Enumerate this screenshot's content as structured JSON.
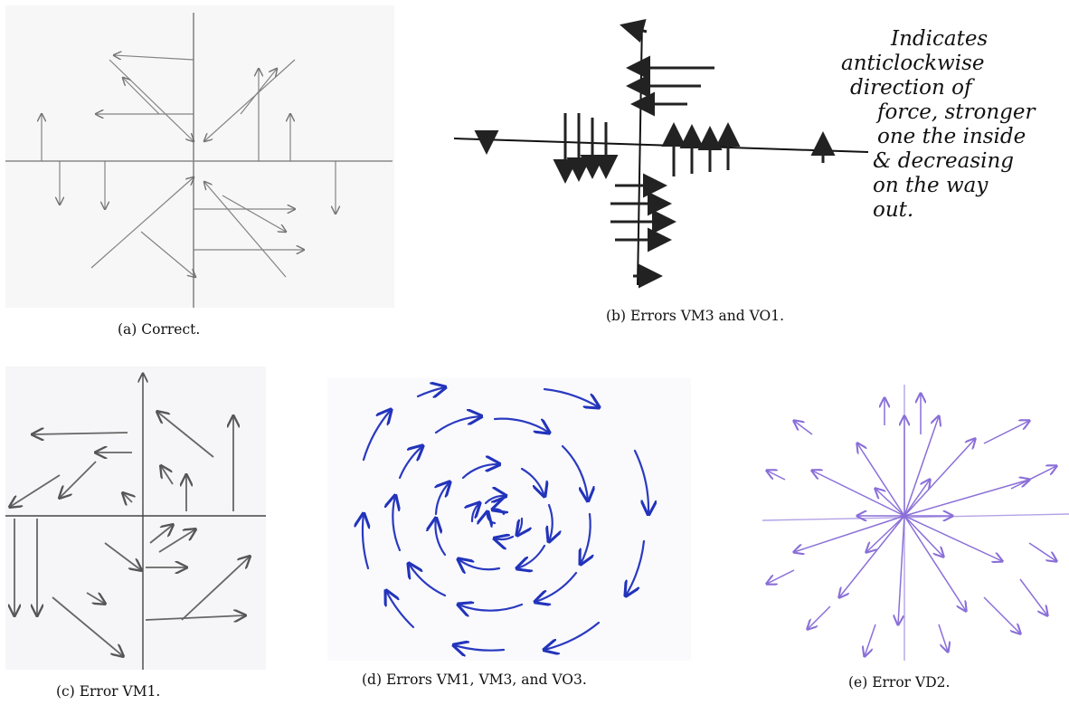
{
  "figure": {
    "panels": [
      {
        "id": "a",
        "caption": "(a) Correct.",
        "content": "pencil-drawn vector field on axes",
        "stroke_color": "#555555"
      },
      {
        "id": "b",
        "caption": "(b) Errors VM3 and VO1.",
        "content": "ink-drawn vector field with handwritten note",
        "stroke_color": "#111111",
        "handwritten_note": [
          "Indicates",
          "anticlockwise",
          "direction of",
          "force, stronger",
          "one the inside",
          "& decreasing",
          "on the way",
          "out."
        ]
      },
      {
        "id": "c",
        "caption": "(c) Error VM1.",
        "content": "pencil-drawn vector field on axes",
        "stroke_color": "#555555"
      },
      {
        "id": "d",
        "caption": "(d) Errors VM1, VM3, and VO3.",
        "content": "blue concentric circular arrows",
        "stroke_color": "#2233bb"
      },
      {
        "id": "e",
        "caption": "(e) Error VD2.",
        "content": "purple radial arrows on axes",
        "stroke_color": "#8a6fd8"
      }
    ]
  }
}
